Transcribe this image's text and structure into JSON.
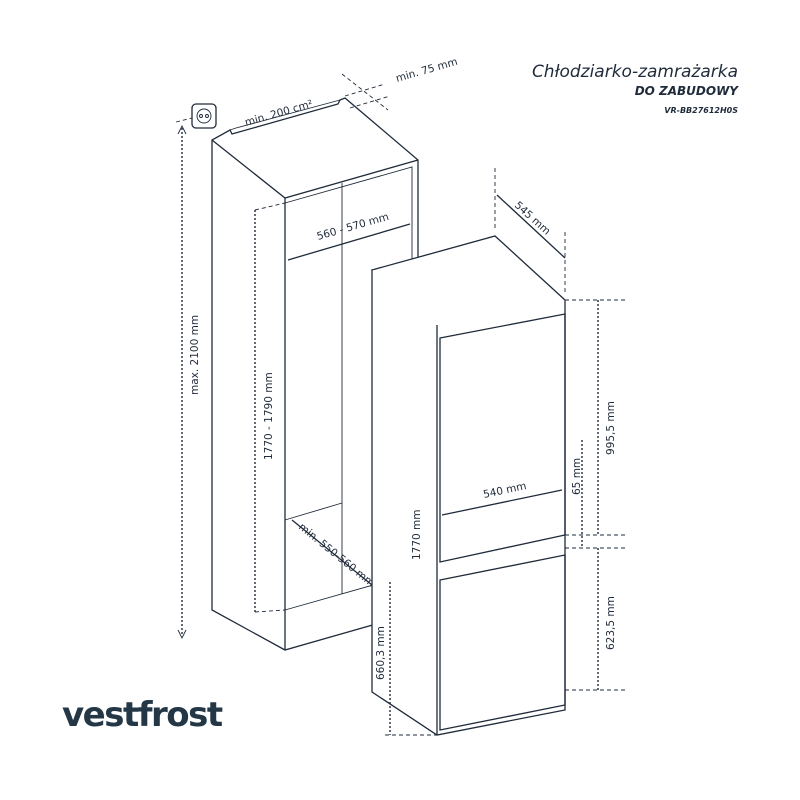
{
  "header": {
    "title": "Chłodziarko-zamrażarka",
    "subtitle": "DO ZABUDOWY",
    "model": "VR-BB27612H0S"
  },
  "brand": {
    "logo_text": "vestfrost",
    "color": "#243746"
  },
  "dimensions": {
    "vent_area": "min. 200 cm²",
    "top_gap": "min. 75 mm",
    "max_height": "max. 2100 mm",
    "niche_width": "560 - 570 mm",
    "niche_height": "1770 - 1790 mm",
    "niche_depth": "min. 550-560 mm",
    "appliance_depth": "545 mm",
    "appliance_height": "1770 mm",
    "door_width": "540 mm",
    "upper_door": "995,5 mm",
    "door_gap": "65 mm",
    "lower_door": "623,5 mm",
    "lower_section": "660,3 mm"
  },
  "icons": {
    "socket": "power-socket-icon"
  }
}
